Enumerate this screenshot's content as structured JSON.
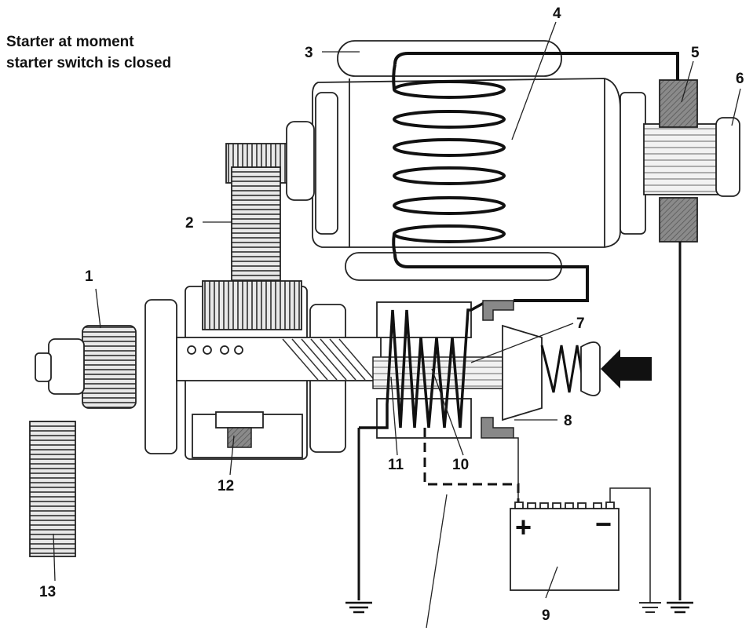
{
  "title": {
    "line1": "Starter at moment",
    "line2": "starter switch is closed"
  },
  "callouts": [
    "1",
    "2",
    "3",
    "4",
    "5",
    "6",
    "7",
    "8",
    "9",
    "10",
    "11",
    "12",
    "13"
  ],
  "battery": {
    "plus": "+",
    "minus": "−"
  }
}
